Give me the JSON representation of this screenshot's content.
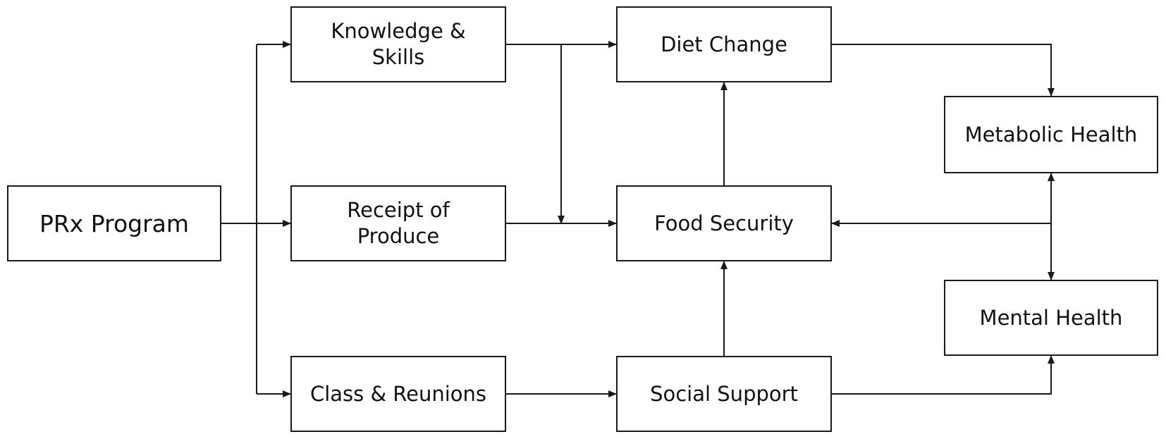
{
  "nodes": {
    "prx_program": {
      "label": "PRx Program"
    },
    "knowledge_skills": {
      "line1": "Knowledge &",
      "line2": "Skills"
    },
    "receipt_of_produce": {
      "line1": "Receipt of",
      "line2": "Produce"
    },
    "class_reunions": {
      "label": "Class & Reunions"
    },
    "diet_change": {
      "label": "Diet Change"
    },
    "food_security": {
      "label": "Food Security"
    },
    "social_support": {
      "label": "Social Support"
    },
    "metabolic_health": {
      "label": "Metabolic Health"
    },
    "mental_health": {
      "label": "Mental Health"
    }
  },
  "edges": [
    {
      "from": "PRx Program",
      "to": "Knowledge & Skills"
    },
    {
      "from": "PRx Program",
      "to": "Receipt of Produce"
    },
    {
      "from": "PRx Program",
      "to": "Class & Reunions"
    },
    {
      "from": "Knowledge & Skills",
      "to": "Diet Change"
    },
    {
      "from": "Knowledge & Skills",
      "to": "Food Security"
    },
    {
      "from": "Receipt of Produce",
      "to": "Food Security"
    },
    {
      "from": "Class & Reunions",
      "to": "Social Support"
    },
    {
      "from": "Food Security",
      "to": "Diet Change"
    },
    {
      "from": "Social Support",
      "to": "Food Security"
    },
    {
      "from": "Social Support",
      "to": "Mental Health"
    },
    {
      "from": "Diet Change",
      "to": "Metabolic Health"
    },
    {
      "from": "Metabolic Health",
      "to": "Mental Health",
      "bidirectional": true
    },
    {
      "from": "Metabolic Health / Mental Health",
      "to": "Food Security"
    }
  ],
  "colors": {
    "stroke": "#1a1a1a",
    "text": "#111111",
    "background": "#ffffff"
  }
}
